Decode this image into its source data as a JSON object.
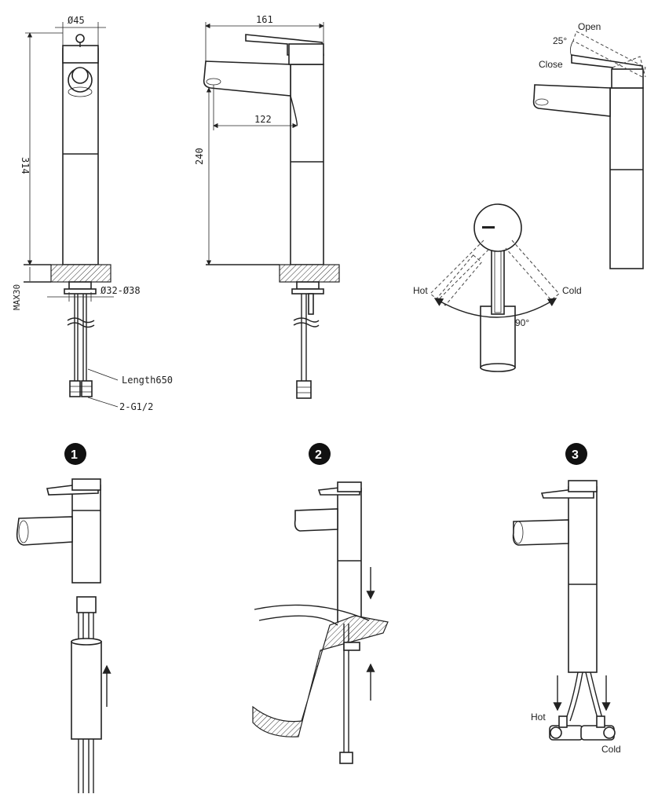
{
  "dimensions": {
    "top_diameter": "Ø45",
    "width_161": "161",
    "reach_122": "122",
    "height_314": "314",
    "height_240": "240",
    "hole_diameter": "Ø32-Ø38",
    "max_thickness": "MAX30",
    "hose_length": "Length650",
    "connector": "2-G1/2"
  },
  "handle_angles": {
    "open_label": "Open",
    "close_label": "Close",
    "tilt_angle": "25°",
    "hot_label": "Hot",
    "cold_label": "Cold",
    "swing_angle": "90°"
  },
  "steps": [
    {
      "number": "1"
    },
    {
      "number": "2"
    },
    {
      "number": "3",
      "hot_label": "Hot",
      "cold_label": "Cold"
    }
  ]
}
